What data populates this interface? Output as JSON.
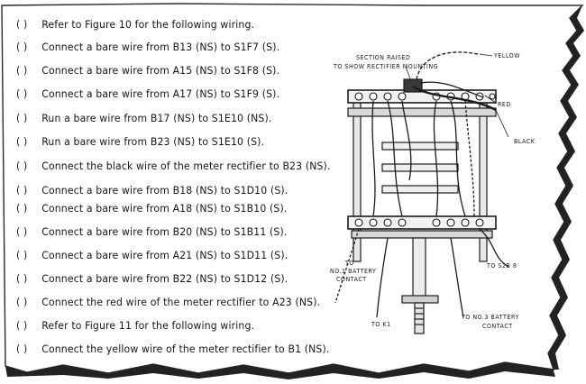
{
  "instructions": {
    "marker": "( )",
    "steps": [
      "Refer to Figure 10 for the following wiring.",
      "Connect a bare wire from B13 (NS) to S1F7 (S).",
      "Connect a bare wire from A15 (NS) to S1F8 (S).",
      "Connect a bare wire from A17 (NS) to S1F9 (S).",
      "Run a bare wire from B17 (NS) to S1E10 (NS).",
      "Run a bare wire from B23 (NS) to S1E10 (S).",
      "Connect the black wire of the meter rectifier to B23 (NS).",
      "Connect a bare wire from B18 (NS) to S1D10 (S).",
      "Connect a bare wire from A18 (NS) to S1B10 (S).",
      "Connect a bare wire from B20 (NS) to S1B11 (S).",
      "Connect a bare wire from A21 (NS) to S1D11 (S).",
      "Connect a bare wire from B22 (NS) to S1D12 (S).",
      "Connect the red wire of the meter rectifier to A23 (NS).",
      "Refer to Figure 11 for the following wiring.",
      "Connect the yellow wire of the meter rectifier to B1 (NS)."
    ]
  },
  "figure": {
    "labels": {
      "section_line1": "SECTION RAISED",
      "section_line2": "TO SHOW RECTIFIER MOUNTING",
      "yellow": "YELLOW",
      "red": "RED",
      "black": "BLACK",
      "to_battery1_line1": "TO",
      "to_battery1_line2": "NO.1 BATTERY",
      "to_battery1_line3": "CONTACT",
      "to_s2b8": "TO S2B 8",
      "to_k1": "TO K1",
      "to_battery3_line1": "TO NO.3 BATTERY",
      "to_battery3_line2": "CONTACT"
    }
  }
}
